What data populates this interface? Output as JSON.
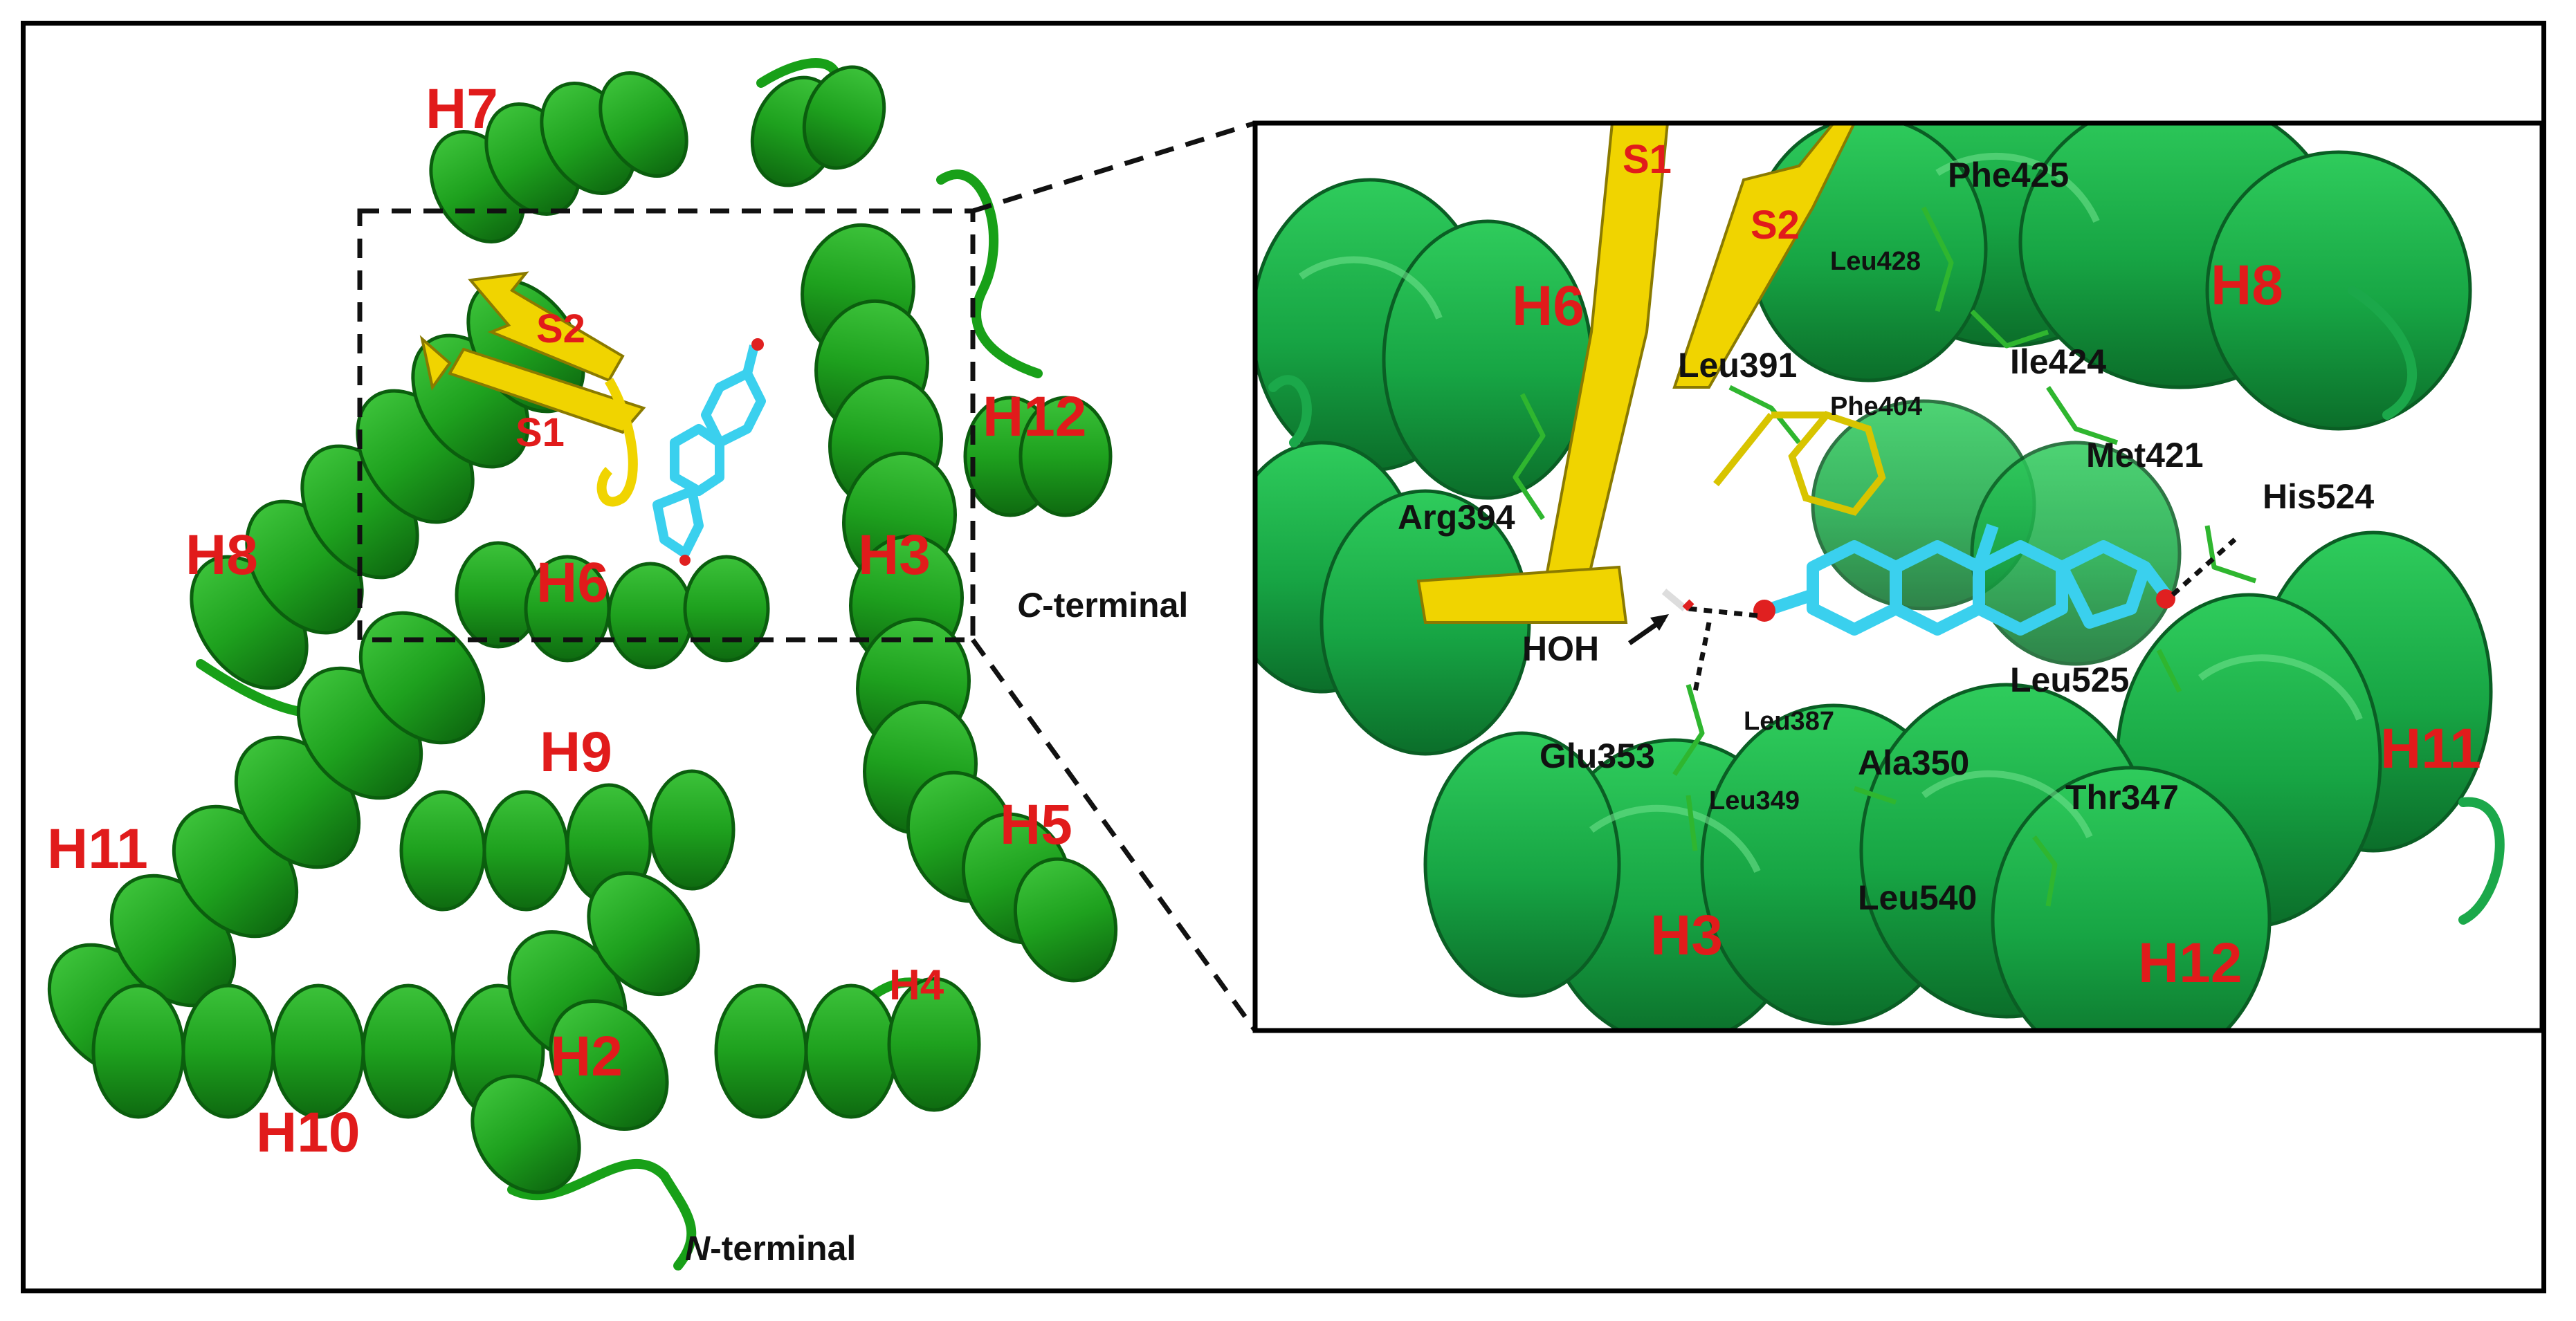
{
  "colors": {
    "helix": "#1fa21f",
    "helix_dark": "#0f6e12",
    "helix_light": "#46c33b",
    "inset_helix": "#1ba84a",
    "strand": "#f0d400",
    "ligand": "#3ad0ee",
    "oxygen": "#e02020",
    "label_red": "#e11b1b",
    "label_black": "#111111"
  },
  "left_panel": {
    "helix_labels": [
      "H7",
      "S2",
      "S1",
      "H12",
      "H8",
      "H6",
      "H3",
      "H9",
      "H11",
      "H5",
      "H4",
      "H2",
      "H10"
    ],
    "c_terminal": {
      "italic": "C",
      "rest": "-terminal"
    },
    "n_terminal": {
      "italic": "N",
      "rest": "-terminal"
    }
  },
  "inset": {
    "red_labels": [
      "S1",
      "S2",
      "H6",
      "H8",
      "H11",
      "H3",
      "H12"
    ],
    "residues": [
      "Phe425",
      "Leu428",
      "Leu391",
      "Ile424",
      "Phe404",
      "Met421",
      "His524",
      "Arg394",
      "HOH",
      "Leu525",
      "Leu387",
      "Glu353",
      "Ala350",
      "Leu349",
      "Thr347",
      "Leu540"
    ]
  }
}
